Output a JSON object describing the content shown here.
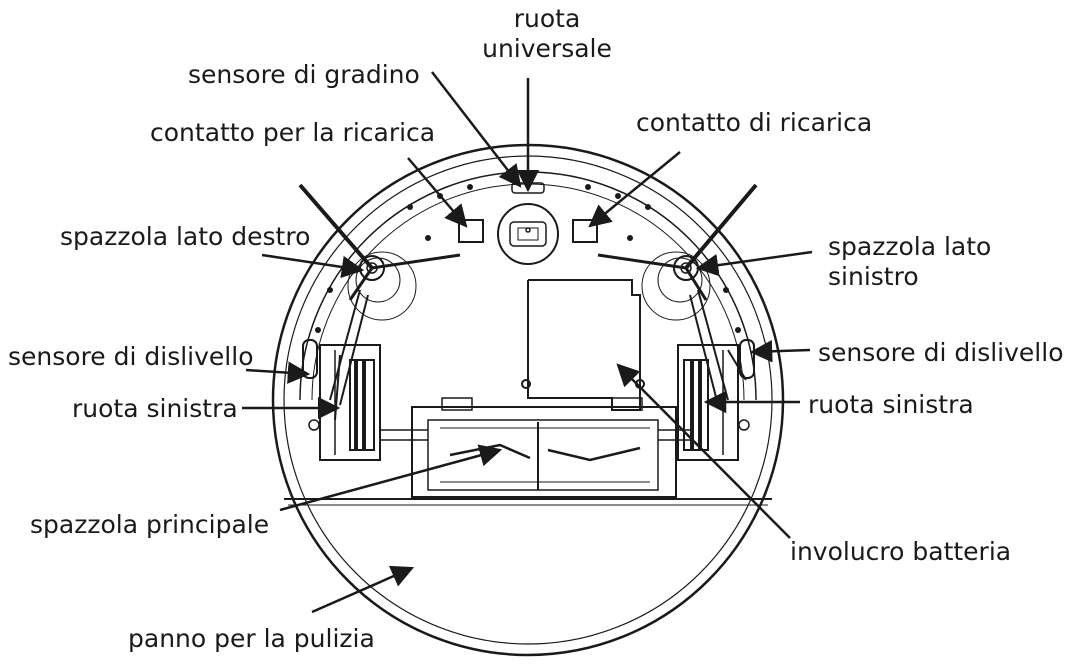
{
  "labels": {
    "universal_wheel": [
      "ruota",
      "universale"
    ],
    "step_sensor": "sensore di gradino",
    "charging_contact_left": "contatto per la ricarica",
    "charging_contact_right": "contatto di ricarica",
    "right_side_brush": "spazzola lato destro",
    "left_side_brush": [
      "spazzola lato",
      "sinistro"
    ],
    "cliff_sensor_left": "sensore di  dislivello",
    "cliff_sensor_right": "sensore di dislivello",
    "left_wheel_a": "ruota sinistra",
    "left_wheel_b": "ruota sinistra",
    "main_brush": "spazzola principale",
    "battery_cover": "involucro batteria",
    "cleaning_cloth": "panno per la pulizia"
  },
  "colors": {
    "line": "#1a1a1a",
    "text": "#1a1a1a",
    "background": "#ffffff"
  }
}
